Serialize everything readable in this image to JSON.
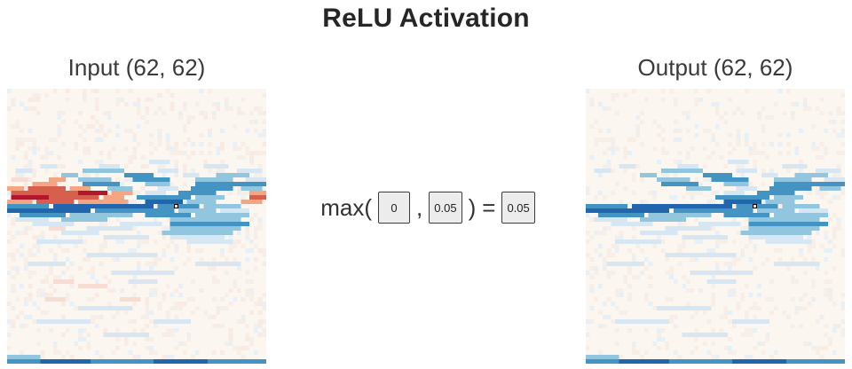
{
  "title": "ReLU Activation",
  "input_panel": {
    "label": "Input (62, 62)"
  },
  "output_panel": {
    "label": "Output (62, 62)"
  },
  "formula": {
    "prefix": "max(",
    "separator": ",",
    "close": ")",
    "equals": "=",
    "arg1": "0",
    "arg2": "0.05",
    "result": "0.05"
  },
  "heatmap": {
    "grid": 62,
    "background": "#fcf6f1",
    "bg_alt": "#f6eee7",
    "bg_alt_prob": 0.15,
    "palette": {
      "r": "#d6604d",
      "R": "#b2182b",
      "o": "#f4a582",
      "O": "#f7ddd1",
      "b": "#4393c3",
      "B": "#2166ac",
      "m": "#92c5de",
      "l": "#d6e6f2"
    },
    "warm_keys": [
      "r",
      "R",
      "o",
      "O"
    ],
    "noise": {
      "seed": 7,
      "blue_prob": 0.05,
      "pink_prob": 0.05,
      "blue": "#e7f0f7",
      "pink": "#f9ebe3"
    },
    "marker": {
      "row": 26,
      "col": 40
    },
    "output_transform": "suppress-warm",
    "strokes": [
      [
        16,
        34,
        38,
        "l"
      ],
      [
        17,
        8,
        11,
        "l"
      ],
      [
        17,
        22,
        26,
        "l"
      ],
      [
        17,
        47,
        52,
        "l"
      ],
      [
        18,
        2,
        5,
        "l"
      ],
      [
        18,
        18,
        27,
        "m"
      ],
      [
        18,
        36,
        40,
        "l"
      ],
      [
        18,
        55,
        60,
        "l"
      ],
      [
        19,
        13,
        16,
        "m"
      ],
      [
        19,
        28,
        34,
        "b"
      ],
      [
        19,
        42,
        45,
        "l"
      ],
      [
        19,
        50,
        57,
        "m"
      ],
      [
        20,
        1,
        4,
        "O"
      ],
      [
        20,
        10,
        13,
        "o"
      ],
      [
        20,
        17,
        24,
        "m"
      ],
      [
        20,
        30,
        38,
        "b"
      ],
      [
        20,
        45,
        53,
        "m"
      ],
      [
        20,
        57,
        61,
        "l"
      ],
      [
        21,
        6,
        11,
        "o"
      ],
      [
        21,
        18,
        26,
        "b"
      ],
      [
        21,
        33,
        38,
        "m"
      ],
      [
        21,
        45,
        61,
        "b"
      ],
      [
        22,
        0,
        3,
        "o"
      ],
      [
        22,
        5,
        13,
        "r"
      ],
      [
        22,
        15,
        19,
        "o"
      ],
      [
        22,
        24,
        29,
        "m"
      ],
      [
        22,
        36,
        40,
        "l"
      ],
      [
        22,
        44,
        53,
        "b"
      ],
      [
        22,
        56,
        60,
        "m"
      ],
      [
        23,
        1,
        16,
        "r"
      ],
      [
        23,
        17,
        23,
        "R"
      ],
      [
        23,
        25,
        29,
        "o"
      ],
      [
        23,
        33,
        37,
        "l"
      ],
      [
        23,
        41,
        49,
        "b"
      ],
      [
        23,
        58,
        61,
        "o"
      ],
      [
        24,
        1,
        9,
        "R"
      ],
      [
        24,
        10,
        21,
        "r"
      ],
      [
        24,
        23,
        27,
        "o"
      ],
      [
        24,
        31,
        43,
        "b"
      ],
      [
        24,
        45,
        51,
        "m"
      ],
      [
        24,
        58,
        61,
        "r"
      ],
      [
        25,
        0,
        5,
        "o"
      ],
      [
        25,
        7,
        15,
        "r"
      ],
      [
        25,
        17,
        28,
        "o"
      ],
      [
        25,
        33,
        41,
        "B"
      ],
      [
        25,
        43,
        49,
        "m"
      ],
      [
        25,
        56,
        60,
        "o"
      ],
      [
        26,
        0,
        9,
        "b"
      ],
      [
        26,
        11,
        34,
        "B"
      ],
      [
        26,
        36,
        45,
        "b"
      ],
      [
        26,
        47,
        55,
        "m"
      ],
      [
        27,
        0,
        19,
        "B"
      ],
      [
        27,
        21,
        39,
        "b"
      ],
      [
        27,
        41,
        49,
        "m"
      ],
      [
        27,
        51,
        57,
        "l"
      ],
      [
        28,
        3,
        13,
        "b"
      ],
      [
        28,
        15,
        29,
        "m"
      ],
      [
        28,
        33,
        43,
        "b"
      ],
      [
        28,
        45,
        57,
        "m"
      ],
      [
        29,
        2,
        9,
        "l"
      ],
      [
        29,
        13,
        23,
        "m"
      ],
      [
        29,
        39,
        55,
        "m"
      ],
      [
        30,
        6,
        15,
        "l"
      ],
      [
        30,
        27,
        36,
        "l"
      ],
      [
        30,
        39,
        57,
        "b"
      ],
      [
        31,
        10,
        13,
        "O"
      ],
      [
        31,
        19,
        29,
        "l"
      ],
      [
        31,
        39,
        55,
        "m"
      ],
      [
        32,
        13,
        21,
        "l"
      ],
      [
        32,
        37,
        53,
        "m"
      ],
      [
        33,
        23,
        33,
        "l"
      ],
      [
        33,
        39,
        51,
        "l"
      ],
      [
        34,
        7,
        17,
        "l"
      ],
      [
        34,
        43,
        53,
        "l"
      ],
      [
        37,
        19,
        35,
        "l"
      ],
      [
        39,
        5,
        13,
        "l"
      ],
      [
        39,
        45,
        55,
        "l"
      ],
      [
        41,
        25,
        39,
        "l"
      ],
      [
        43,
        11,
        15,
        "O"
      ],
      [
        43,
        29,
        35,
        "l"
      ],
      [
        44,
        17,
        23,
        "O"
      ],
      [
        47,
        9,
        13,
        "O"
      ],
      [
        47,
        27,
        31,
        "O"
      ],
      [
        49,
        17,
        29,
        "l"
      ],
      [
        52,
        7,
        19,
        "l"
      ],
      [
        52,
        35,
        43,
        "l"
      ],
      [
        55,
        23,
        33,
        "l"
      ],
      [
        60,
        0,
        7,
        "m"
      ],
      [
        61,
        0,
        61,
        "b"
      ],
      [
        61,
        8,
        19,
        "B"
      ],
      [
        61,
        35,
        47,
        "B"
      ]
    ]
  }
}
